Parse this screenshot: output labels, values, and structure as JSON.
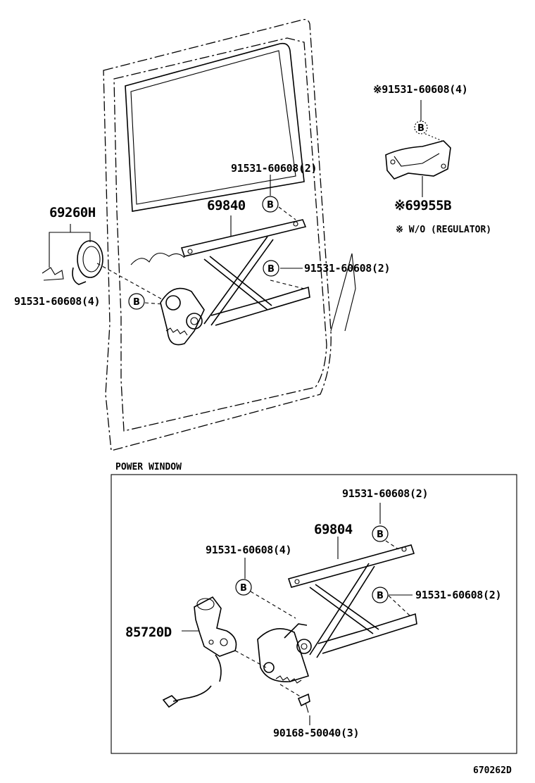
{
  "labels": {
    "p69260h": "69260H",
    "p69840": "69840",
    "p69955b": "※69955B",
    "p69804": "69804",
    "p85720d": "85720D",
    "bolt_top_right": "※91531-60608(4)",
    "bolt_69840_top": "91531-60608(2)",
    "bolt_69840_right": "91531-60608(2)",
    "bolt_left": "91531-60608(4)",
    "bolt_pw_top": "91531-60608(2)",
    "bolt_pw_left": "91531-60608(4)",
    "bolt_pw_right": "91531-60608(2)",
    "screw_pw": "90168-50040(3)",
    "note_wo_regulator": "※ W/O (REGULATOR)",
    "section_power_window": "POWER WINDOW",
    "diagram_code": "670262D",
    "bolt_symbol": "B"
  }
}
